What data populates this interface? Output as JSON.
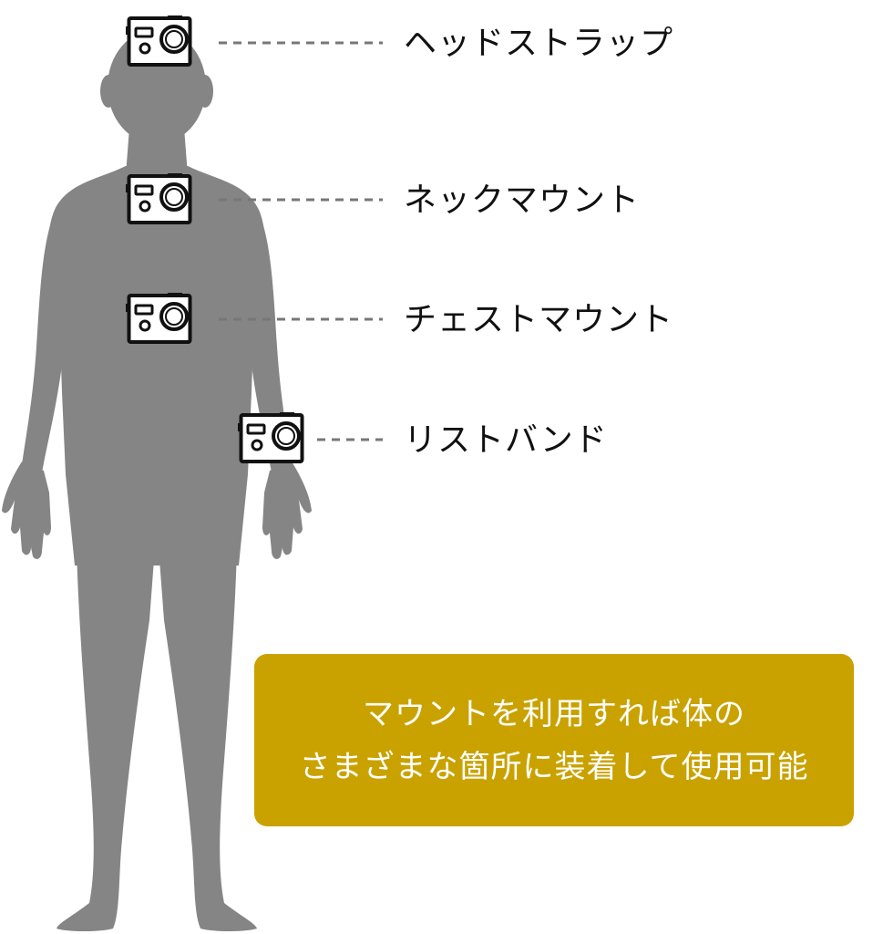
{
  "colors": {
    "silhouette": "#858585",
    "leader_line": "#777777",
    "camera_stroke": "#111111",
    "camera_fill": "#ffffff",
    "callout_bg": "#c9a200",
    "callout_text": "#ffffff",
    "label_text": "#111111"
  },
  "figure": {
    "subject": "human-silhouette-icon"
  },
  "mounts": [
    {
      "id": "head",
      "label": "ヘッドストラップ",
      "icon": "action-camera-icon"
    },
    {
      "id": "neck",
      "label": "ネックマウント",
      "icon": "action-camera-icon"
    },
    {
      "id": "chest",
      "label": "チェストマウント",
      "icon": "action-camera-icon"
    },
    {
      "id": "wrist",
      "label": "リストバンド",
      "icon": "action-camera-icon"
    }
  ],
  "callout": {
    "line1": "マウントを利用すれば体の",
    "line2": "さまざまな箇所に装着して使用可能"
  }
}
